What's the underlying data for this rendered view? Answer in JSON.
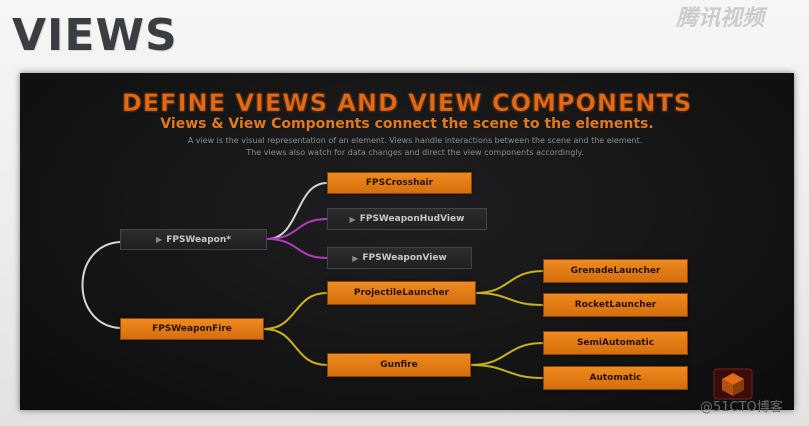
{
  "slide": {
    "title": "VIEWS",
    "watermark_top": "腾讯视频",
    "watermark_bottom": "@51CTO博客"
  },
  "diagram": {
    "heading": "DEFINE VIEWS AND VIEW COMPONENTS",
    "subheading": "Views & View Components connect the scene to the elements.",
    "description_line1": "A view is the visual representation of an element.  Views handle interactions between the scene and the element.",
    "description_line2": "The views also watch for data changes and direct the view components accordingly.",
    "nodes": {
      "fps_weapon": "FPSWeapon*",
      "fps_crosshair": "FPSCrosshair",
      "fps_weapon_hud_view": "FPSWeaponHudView",
      "fps_weapon_view": "FPSWeaponView",
      "fps_weapon_fire": "FPSWeaponFire",
      "projectile_launcher": "ProjectileLauncher",
      "gunfire": "Gunfire",
      "grenade_launcher": "GrenadeLauncher",
      "rocket_launcher": "RocketLauncher",
      "semi_automatic": "SemiAutomatic",
      "automatic": "Automatic"
    },
    "colors": {
      "orange_node": "#e57d16",
      "dark_node": "#262629",
      "white_wire": "#d6d6d6",
      "purple_wire": "#b23bbf",
      "yellow_wire": "#c7b21a"
    }
  }
}
